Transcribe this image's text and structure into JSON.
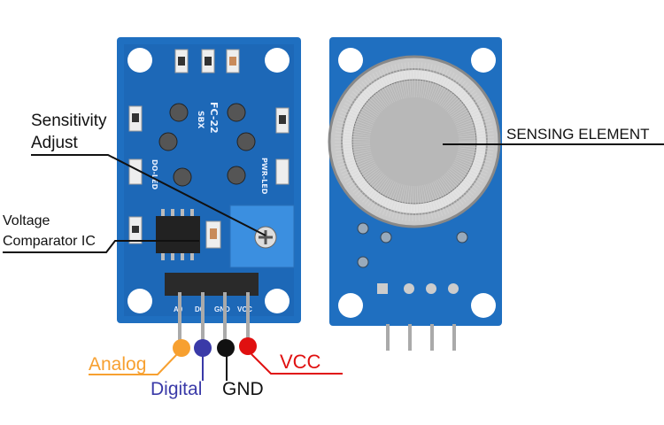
{
  "labels": {
    "sensitivity": [
      "Sensitivity",
      "Adjust"
    ],
    "comparator": [
      "Voltage",
      "Comparator IC"
    ],
    "sensing_element": "SENSING ELEMENT"
  },
  "pins": [
    {
      "label": "Analog",
      "color": "#f7a030"
    },
    {
      "label": "Digital",
      "color": "#3a3aa8"
    },
    {
      "label": "GND",
      "color": "#111111"
    },
    {
      "label": "VCC",
      "color": "#e01010"
    }
  ],
  "board_silkscreen": {
    "model": "FC-22",
    "code": "SBX",
    "led1": "DO-LED",
    "led2": "PWR-LED",
    "pin_marks": [
      "A0",
      "D0",
      "GND",
      "VCC"
    ]
  },
  "colors": {
    "pcb": "#1f6fc0",
    "pcb_dark": "#17569a",
    "pot": "#3b8fe0"
  }
}
